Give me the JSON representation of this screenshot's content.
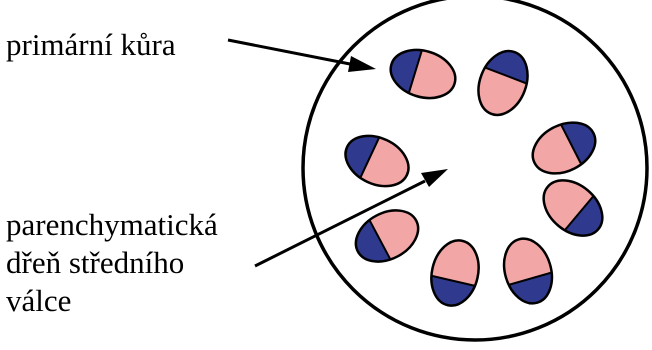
{
  "labels": {
    "cortex": "primární kůra",
    "pith_lines": [
      "parenchymatická",
      "dřeň středního",
      "válce"
    ]
  },
  "colors": {
    "outline": "#000000",
    "phloem": "#2f3a8f",
    "xylem": "#f2a6a6",
    "background": "#ffffff"
  }
}
